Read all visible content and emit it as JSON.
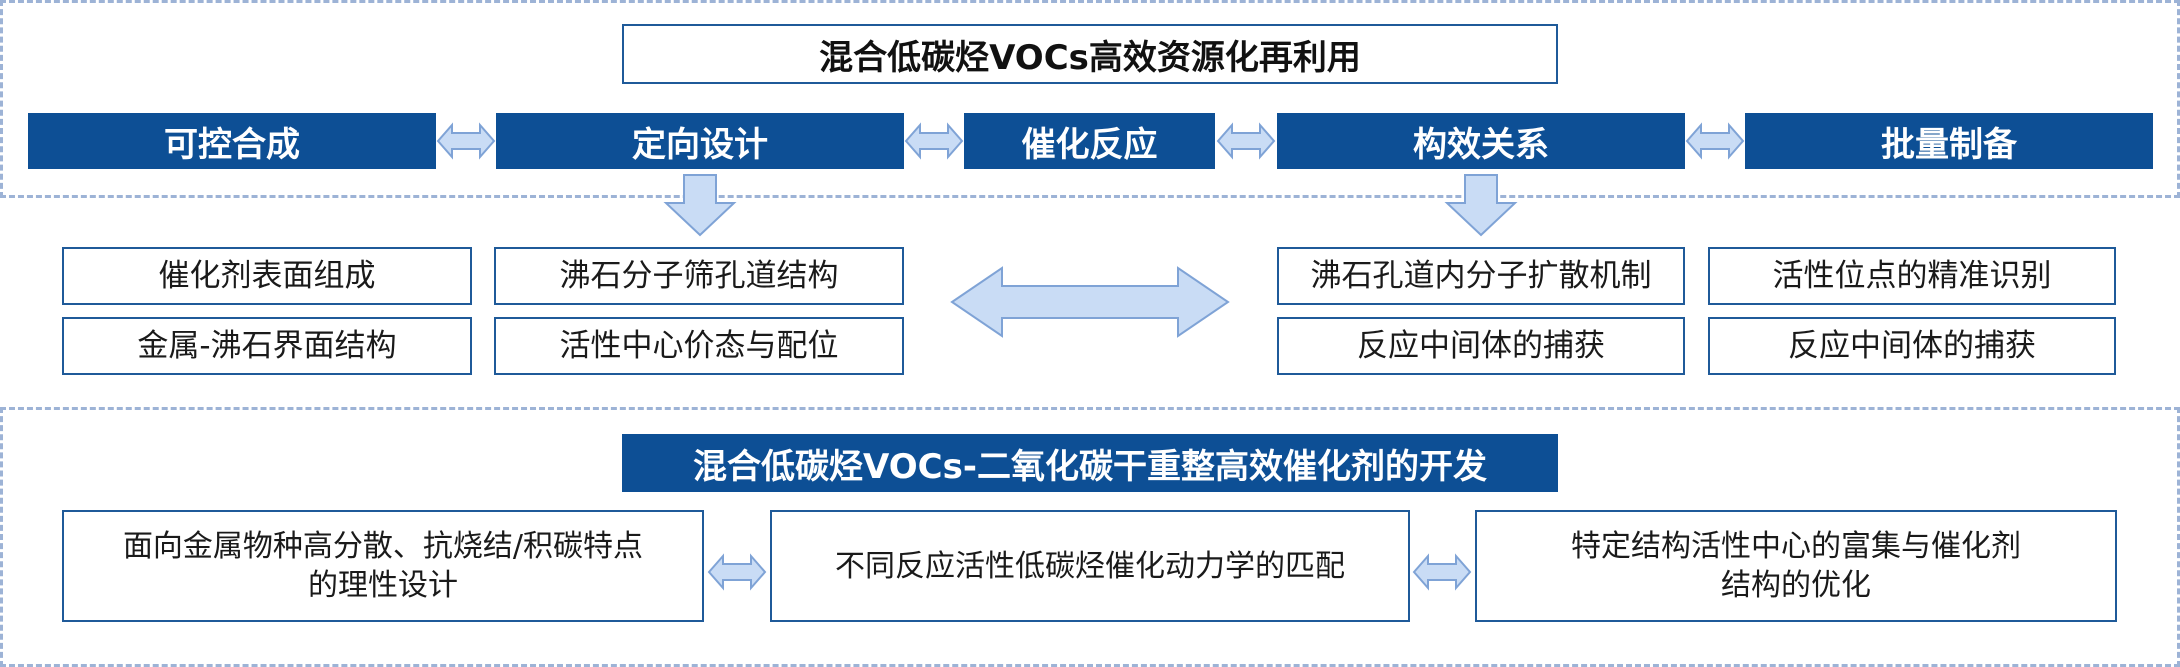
{
  "colors": {
    "primary_blue": "#0d4f95",
    "box_border": "#1f5a99",
    "arrow_fill": "#c9dcf5",
    "arrow_stroke": "#7fa3d6",
    "dashed_border": "#9db3d6"
  },
  "header": {
    "title": "混合低碳烃VOCs高效资源化再利用"
  },
  "stages": [
    {
      "label": "可控合成"
    },
    {
      "label": "定向设计"
    },
    {
      "label": "催化反应"
    },
    {
      "label": "构效关系"
    },
    {
      "label": "批量制备"
    }
  ],
  "middle": {
    "left_col1": [
      "催化剂表面组成",
      "金属-沸石界面结构"
    ],
    "left_col2": [
      "沸石分子筛孔道结构",
      "活性中心价态与配位"
    ],
    "right_col1": [
      "沸石孔道内分子扩散机制",
      "反应中间体的捕获"
    ],
    "right_col2": [
      "活性位点的精准识别",
      "反应中间体的捕获"
    ]
  },
  "bottom": {
    "title": "混合低碳烃VOCs-二氧化碳干重整高效催化剂的开发",
    "boxes": [
      {
        "text": "面向金属物种高分散、抗烧结/积碳特点\n的理性设计"
      },
      {
        "text": "不同反应活性低碳烃催化动力学的匹配"
      },
      {
        "text": "特定结构活性中心的富集与催化剂\n结构的优化"
      }
    ]
  },
  "icons": {
    "small_double_arrow": "double-arrow-icon",
    "big_double_arrow": "big-double-arrow-icon",
    "down_arrow": "down-arrow-icon"
  }
}
